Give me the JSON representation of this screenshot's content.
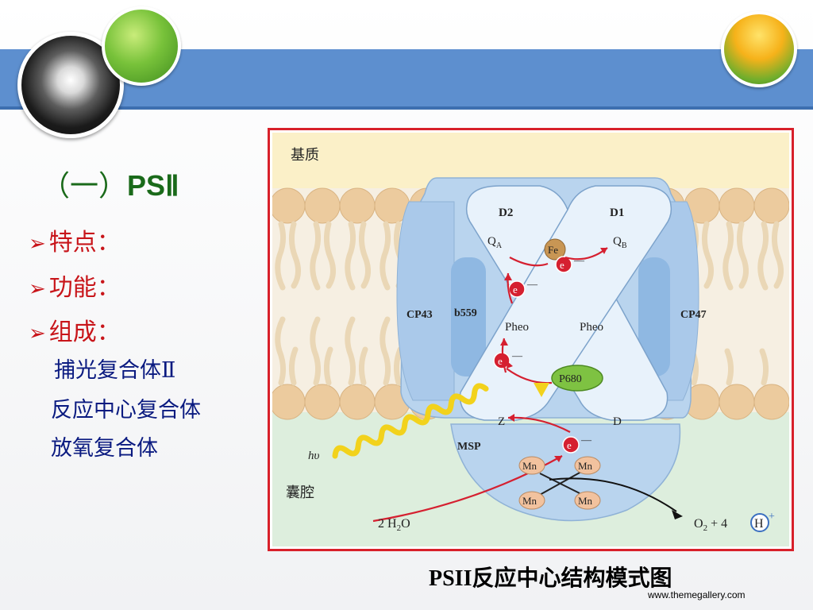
{
  "slide": {
    "title_prefix": "（一）",
    "title_main": "PSⅡ",
    "bullets": [
      {
        "label": "特点："
      },
      {
        "label": "功能："
      },
      {
        "label": "组成："
      }
    ],
    "components": [
      "捕光复合体Ⅱ",
      "反应中心复合体",
      "放氧复合体"
    ],
    "caption": "PSII反应中心结构模式图",
    "footer_url": "www.themegallery.com"
  },
  "diagram": {
    "stroma_label": "基质",
    "lumen_label": "囊腔",
    "d2": "D2",
    "d1": "D1",
    "qa": "Q",
    "qa_sub": "A",
    "qb": "Q",
    "qb_sub": "B",
    "fe": "Fe",
    "electron": "e",
    "minus": "—",
    "cp43": "CP43",
    "b559": "b559",
    "cp47": "CP47",
    "pheo_left": "Pheo",
    "pheo_right": "Pheo",
    "p680": "P680",
    "z": "Z",
    "d": "D",
    "msp": "MSP",
    "hv": "hυ",
    "mn": "Mn",
    "water": "2 H",
    "water_sub": "2",
    "water_o": "O",
    "products": "O",
    "products_sub": "2",
    "products_rest": " + 4",
    "h": "H",
    "plus": "+"
  },
  "colors": {
    "band": "#5d8fcf",
    "title_green": "#1a6a1a",
    "bullet_red": "#c8151a",
    "text_navy": "#0a1a80",
    "frame_red": "#d8202a",
    "stroma_bg": "#fbf0c8",
    "lumen_bg": "#ddeedd",
    "lipid": "#eccb9e",
    "protein_blue": "#b9d4ee",
    "core_light": "#e8f2fb",
    "p680_green": "#7ec242",
    "mn_peach": "#f2c29e",
    "arrow_red": "#d52030",
    "wave_yellow": "#f2d21c"
  }
}
